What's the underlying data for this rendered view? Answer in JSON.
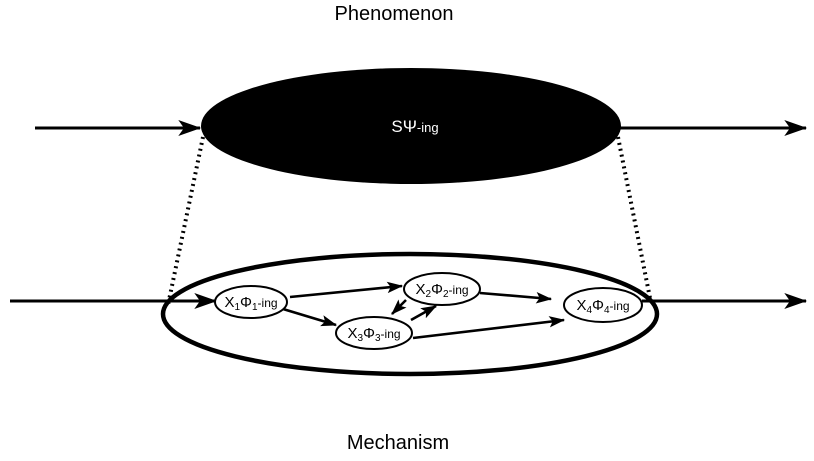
{
  "titles": {
    "top": "Phenomenon",
    "bottom": "Mechanism"
  },
  "phenomenon": {
    "symbol": "S",
    "greek": "Ψ",
    "suffix": "-ing"
  },
  "nodes": [
    {
      "id": "n1",
      "letter": "X",
      "index": "1",
      "greek": "Φ",
      "greek_index": "1",
      "suffix": "-ing"
    },
    {
      "id": "n2",
      "letter": "X",
      "index": "2",
      "greek": "Φ",
      "greek_index": "2",
      "suffix": "-ing"
    },
    {
      "id": "n3",
      "letter": "X",
      "index": "3",
      "greek": "Φ",
      "greek_index": "3",
      "suffix": "-ing"
    },
    {
      "id": "n4",
      "letter": "X",
      "index": "4",
      "greek": "Φ",
      "greek_index": "4",
      "suffix": "-ing"
    }
  ],
  "colors": {
    "ink": "#000000",
    "background": "#ffffff"
  }
}
